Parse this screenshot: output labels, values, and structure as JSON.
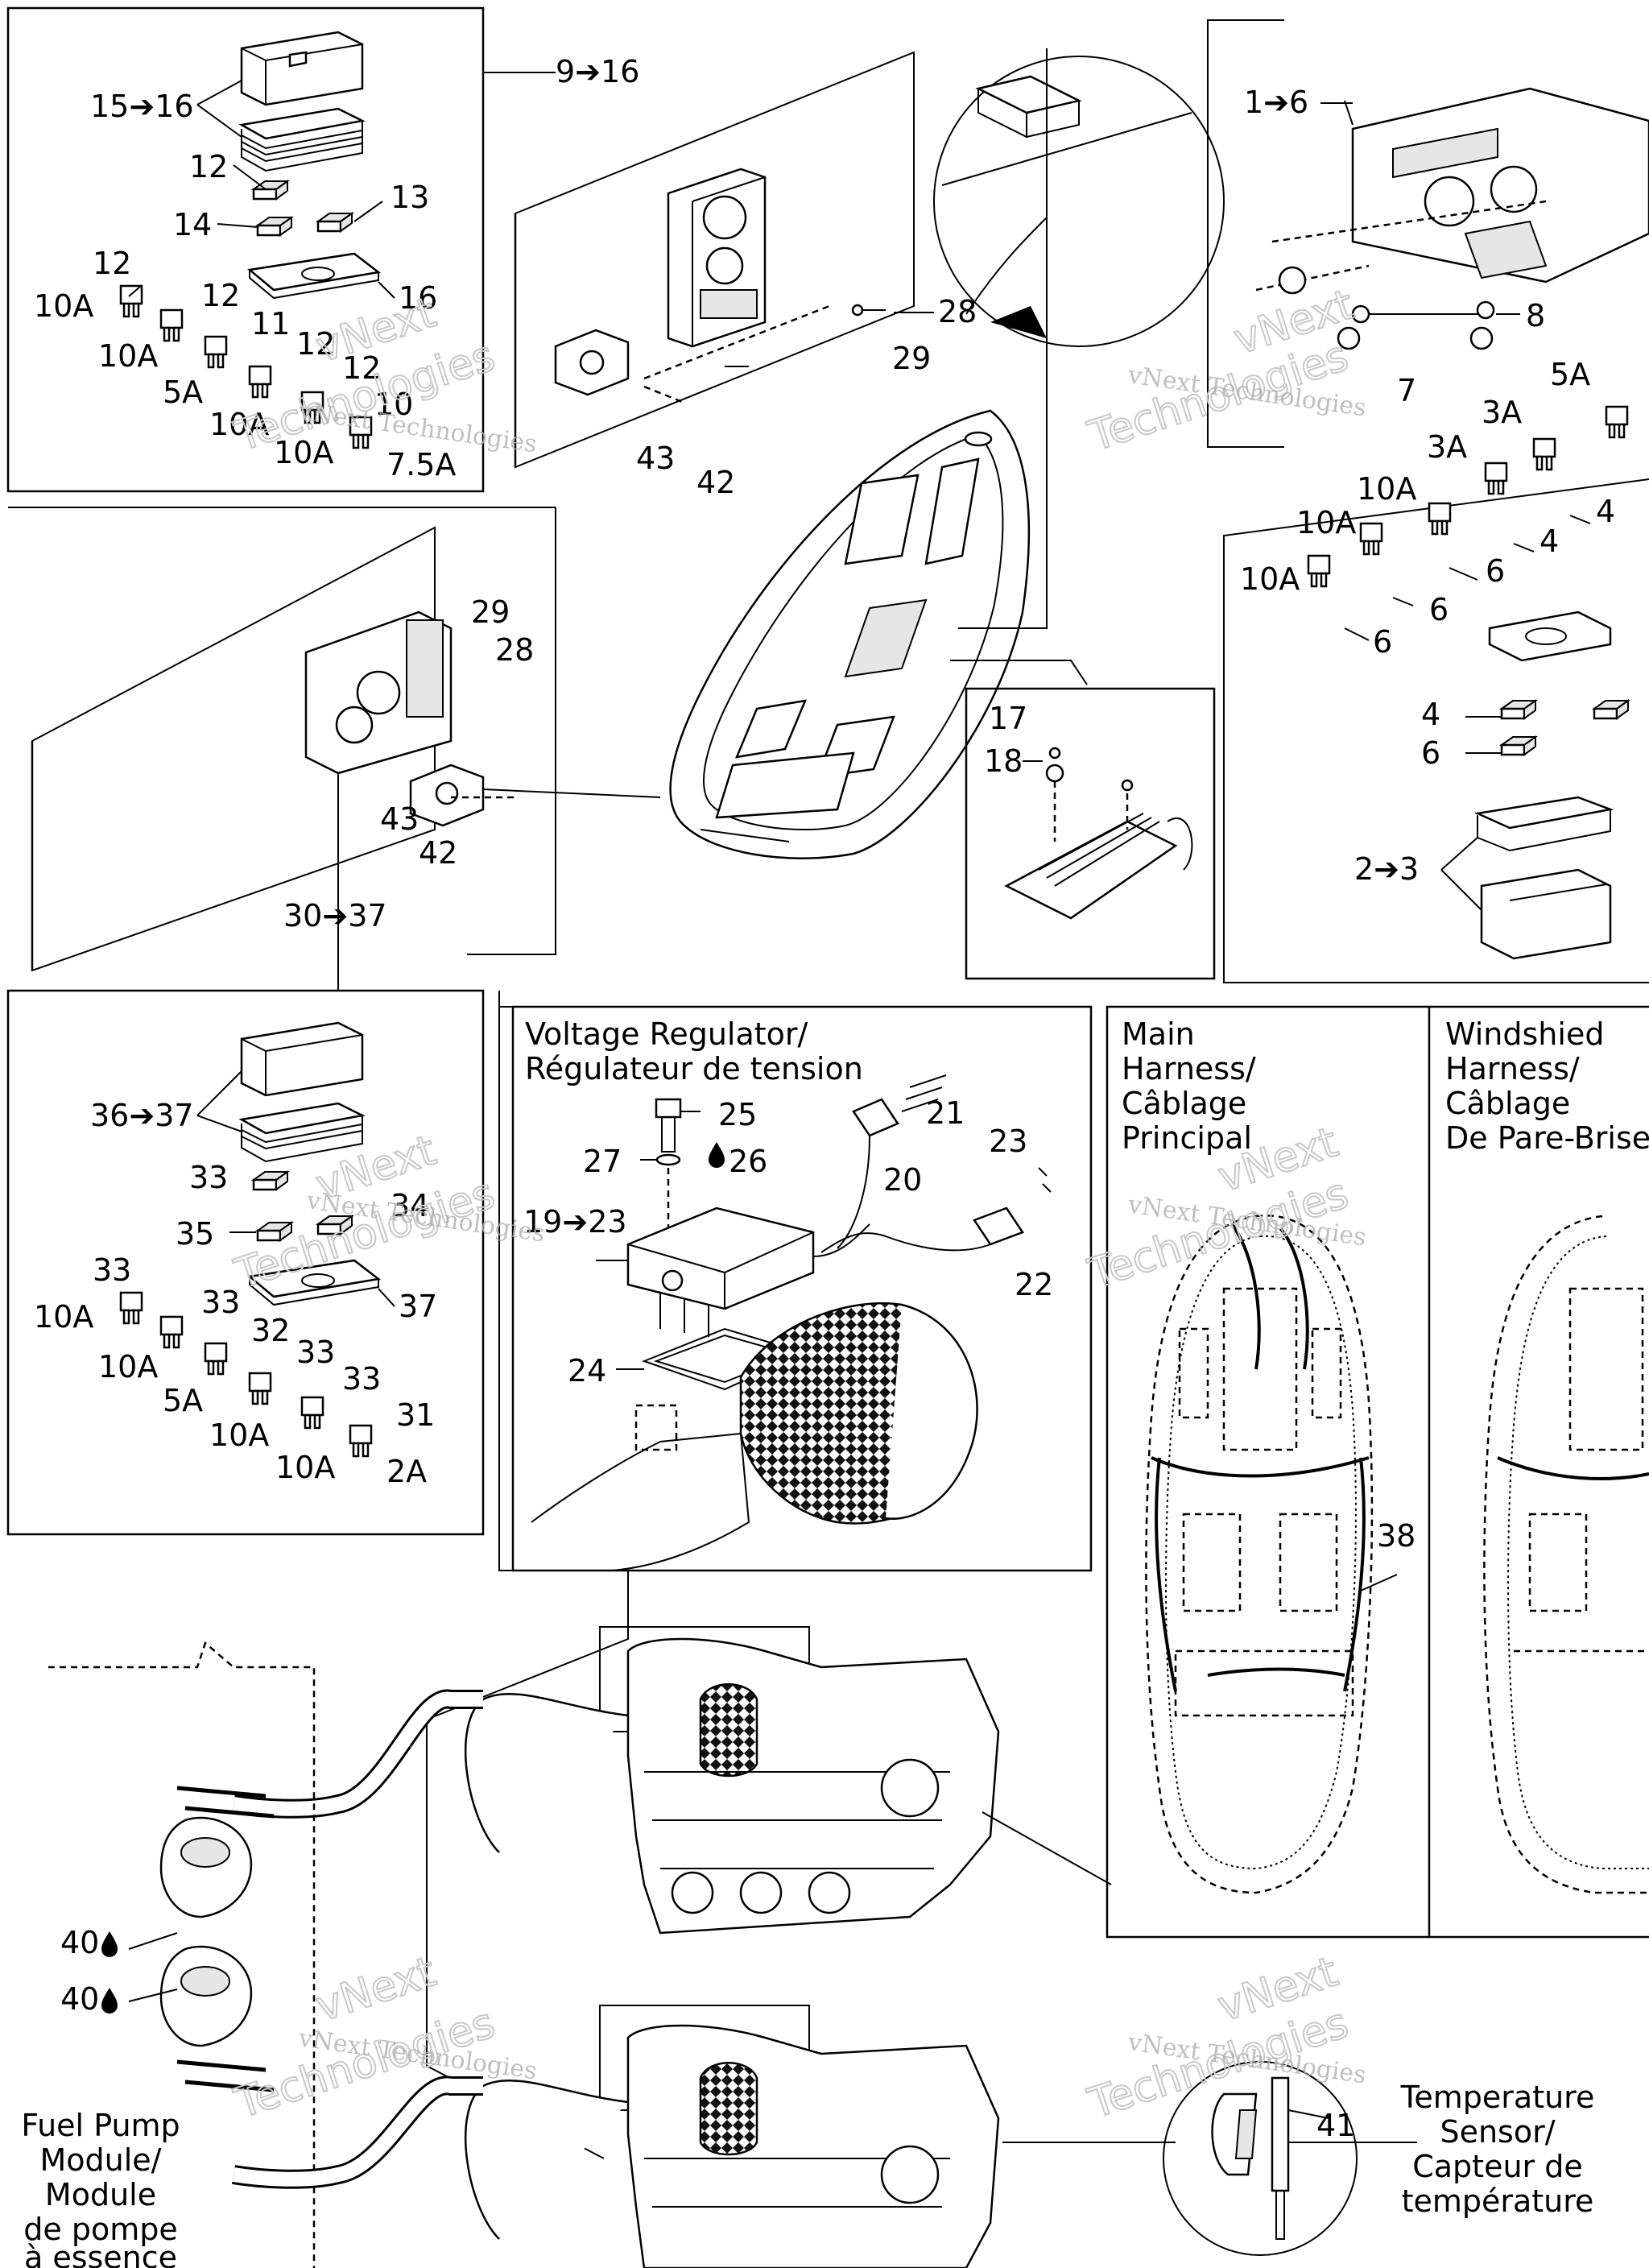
{
  "watermark": {
    "line1": "vNext Technologies",
    "line2": "vNext",
    "line3": "Technologies"
  },
  "panels": {
    "voltage_regulator": {
      "title_en": "Voltage Regulator/",
      "title_fr": "Régulateur de tension"
    },
    "main_harness": {
      "line1": "Main",
      "line2": "Harness/",
      "line3": "Câblage",
      "line4": "Principal"
    },
    "windshield_harness": {
      "line1": "Windshied",
      "line2": "Harness/",
      "line3": "Câblage",
      "line4": "De Pare-Brise"
    },
    "temperature_sensor": {
      "line1": "Temperature",
      "line2": "Sensor/",
      "line3": "Capteur de",
      "line4": "température"
    },
    "fuel_pump": {
      "line1": "Fuel Pump",
      "line2": "Module/",
      "line3": "Module",
      "line4": "de pompe",
      "line5": "à essence"
    }
  },
  "callouts": {
    "c15_16": "15➔16",
    "c9_16": "9➔16",
    "c1_6": "1➔6",
    "c12a": "12",
    "c13": "13",
    "c14": "14",
    "c12b": "12",
    "c10a_a": "10A",
    "c12c": "12",
    "c16": "16",
    "c10a_b": "10A",
    "c11": "11",
    "c12d": "12",
    "c5a_a": "5A",
    "c12e": "12",
    "c10a_c": "10A",
    "c10": "10",
    "c10a_d": "10A",
    "c7_5a": "7.5A",
    "c28a": "28",
    "c29a": "29",
    "c43a": "43",
    "c42a": "42",
    "c8": "8",
    "c7": "7",
    "c5a_b": "5A",
    "c3a_a": "3A",
    "c3a_b": "3A",
    "c4a": "4",
    "c10a_e": "10A",
    "c4b": "4",
    "c10a_f": "10A",
    "c6a": "6",
    "c10a_g": "10A",
    "c6b": "6",
    "c6c": "6",
    "c4c": "4",
    "c6d": "6",
    "c2_3": "2➔3",
    "c29b": "29",
    "c28b": "28",
    "c43b": "43",
    "c42b": "42",
    "c30_37": "30➔37",
    "c17": "17",
    "c18": "18",
    "c36_37": "36➔37",
    "c33a": "33",
    "c34": "34",
    "c35": "35",
    "c33b": "33",
    "c10a_h": "10A",
    "c33c": "33",
    "c37": "37",
    "c10a_i": "10A",
    "c32": "32",
    "c33d": "33",
    "c5a_c": "5A",
    "c33e": "33",
    "c10a_j": "10A",
    "c31": "31",
    "c10a_k": "10A",
    "c2a": "2A",
    "c25": "25",
    "c27": "27",
    "c26": "26",
    "c21": "21",
    "c20": "20",
    "c23a": "23",
    "c19_23": "19➔23",
    "c22": "22",
    "c24": "24",
    "c38": "38",
    "c40a": "40",
    "c40b": "40",
    "c41": "41"
  }
}
